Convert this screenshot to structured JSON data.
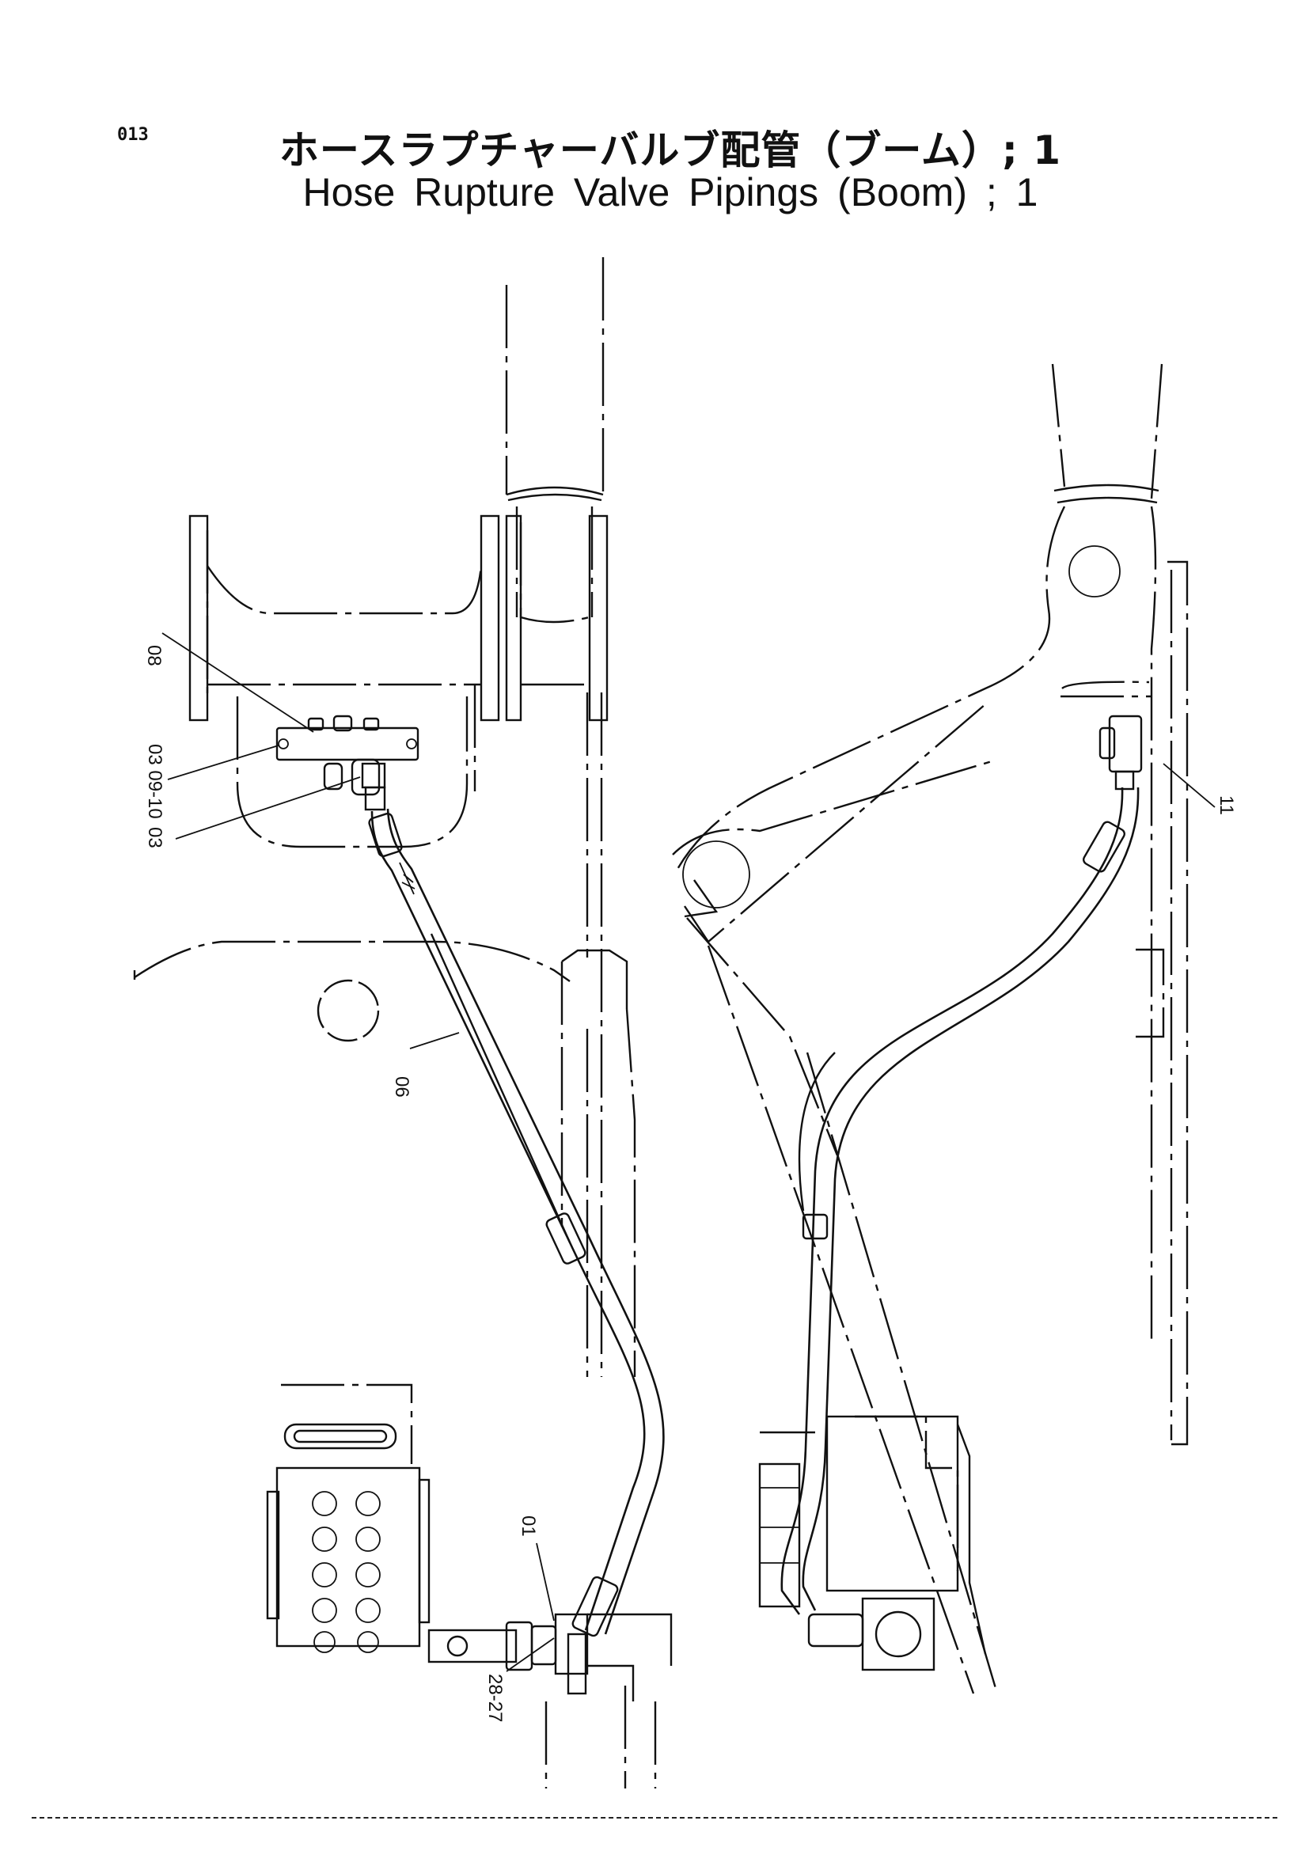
{
  "page": {
    "number": "013",
    "title_jp": "ホースラプチャーバルブ配管（ブーム）; 1",
    "title_en": "Hose Rupture Valve Pipings (Boom) ; 1"
  },
  "parts": [
    {
      "key": "p08",
      "label": "08"
    },
    {
      "key": "p09",
      "label": "03 09-10"
    },
    {
      "key": "p03",
      "label": "03"
    },
    {
      "key": "p06",
      "label": "06"
    },
    {
      "key": "p01",
      "label": "01"
    },
    {
      "key": "p28",
      "label": "28-27"
    },
    {
      "key": "p11",
      "label": "11"
    }
  ]
}
